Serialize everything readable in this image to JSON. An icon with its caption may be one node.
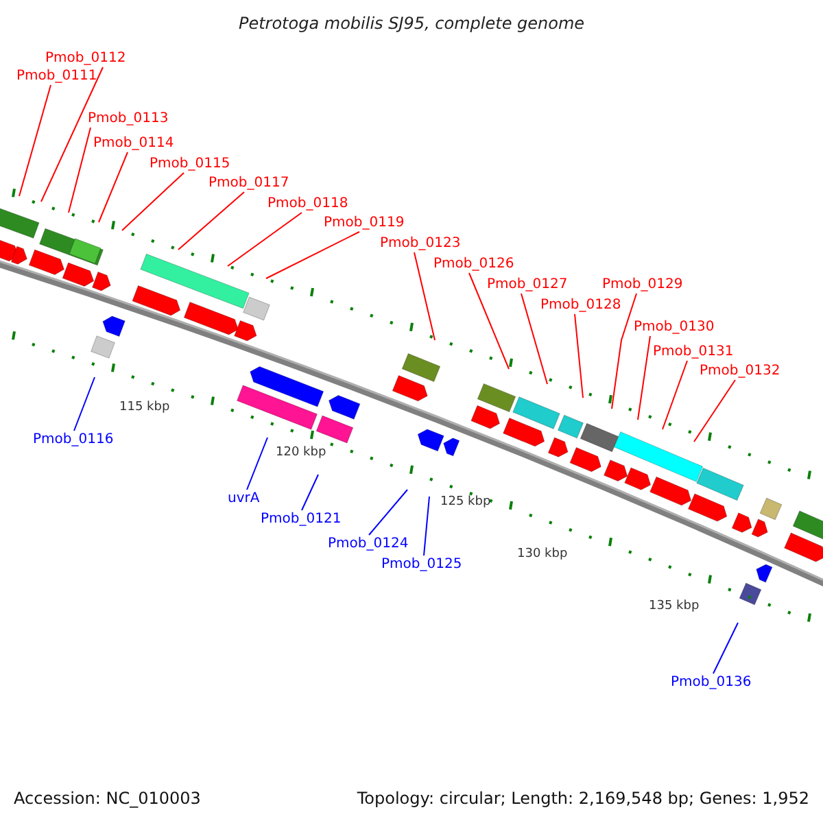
{
  "diagram": {
    "title": "Petrotoga mobilis SJ95, complete genome",
    "nodes": [
      {
        "text": [
          "Pmob_0111"
        ]
      },
      {
        "text": [
          "Pmob_0112"
        ]
      },
      {
        "text": [
          "Pmob_0113"
        ]
      },
      {
        "text": [
          "Pmob_0114"
        ]
      },
      {
        "text": [
          "Pmob_0115"
        ]
      },
      {
        "text": [
          "Pmob_0117"
        ]
      },
      {
        "text": [
          "Pmob_0118"
        ]
      },
      {
        "text": [
          "Pmob_0119"
        ]
      },
      {
        "text": [
          "Pmob_0123"
        ]
      },
      {
        "text": [
          "Pmob_0126"
        ]
      },
      {
        "text": [
          "Pmob_0127"
        ]
      },
      {
        "text": [
          "Pmob_0128"
        ]
      },
      {
        "text": [
          "Pmob_0129"
        ]
      },
      {
        "text": [
          "Pmob_0130"
        ]
      },
      {
        "text": [
          "Pmob_0131"
        ]
      },
      {
        "text": [
          "Pmob_0132"
        ]
      },
      {
        "text": [
          "Pmob_0116"
        ]
      },
      {
        "text": [
          "uvrA"
        ]
      },
      {
        "text": [
          "Pmob_0121"
        ]
      },
      {
        "text": [
          "Pmob_0124"
        ]
      },
      {
        "text": [
          "Pmob_0125"
        ]
      },
      {
        "text": [
          "Pmob_0136"
        ]
      }
    ],
    "edges": [
      {
        "from": 0,
        "to": null,
        "arrow": "none"
      },
      {
        "from": 1,
        "to": null,
        "arrow": "none"
      },
      {
        "from": 2,
        "to": null,
        "arrow": "none"
      },
      {
        "from": 3,
        "to": null,
        "arrow": "none"
      },
      {
        "from": 4,
        "to": null,
        "arrow": "none"
      },
      {
        "from": 5,
        "to": null,
        "arrow": "none"
      },
      {
        "from": 6,
        "to": null,
        "arrow": "none"
      },
      {
        "from": 7,
        "to": null,
        "arrow": "none"
      },
      {
        "from": 8,
        "to": null,
        "arrow": "none"
      },
      {
        "from": 9,
        "to": null,
        "arrow": "none"
      },
      {
        "from": 10,
        "to": null,
        "arrow": "none"
      },
      {
        "from": 11,
        "to": null,
        "arrow": "none"
      },
      {
        "from": 12,
        "to": null,
        "arrow": "none"
      },
      {
        "from": 13,
        "to": null,
        "arrow": "none"
      },
      {
        "from": 14,
        "to": null,
        "arrow": "none"
      },
      {
        "from": 15,
        "to": null,
        "arrow": "none"
      },
      {
        "from": 16,
        "to": null,
        "arrow": "none",
        "color": "#0000ff"
      },
      {
        "from": 17,
        "to": null,
        "arrow": "none",
        "color": "#0000ff"
      },
      {
        "from": 18,
        "to": null,
        "arrow": "none",
        "color": "#0000ff"
      },
      {
        "from": 19,
        "to": null,
        "arrow": "none",
        "color": "#0000ff"
      },
      {
        "from": 20,
        "to": null,
        "arrow": "none",
        "color": "#0000ff"
      },
      {
        "from": 21,
        "to": null,
        "arrow": "none",
        "color": "#0000ff"
      }
    ],
    "labels": [
      "115 kbp",
      "120 kbp",
      "125 kbp",
      "130 kbp",
      "135 kbp",
      "Accession: NC_010003",
      "Topology: circular; Length: 2,169,548 bp; Genes: 1,952"
    ]
  }
}
